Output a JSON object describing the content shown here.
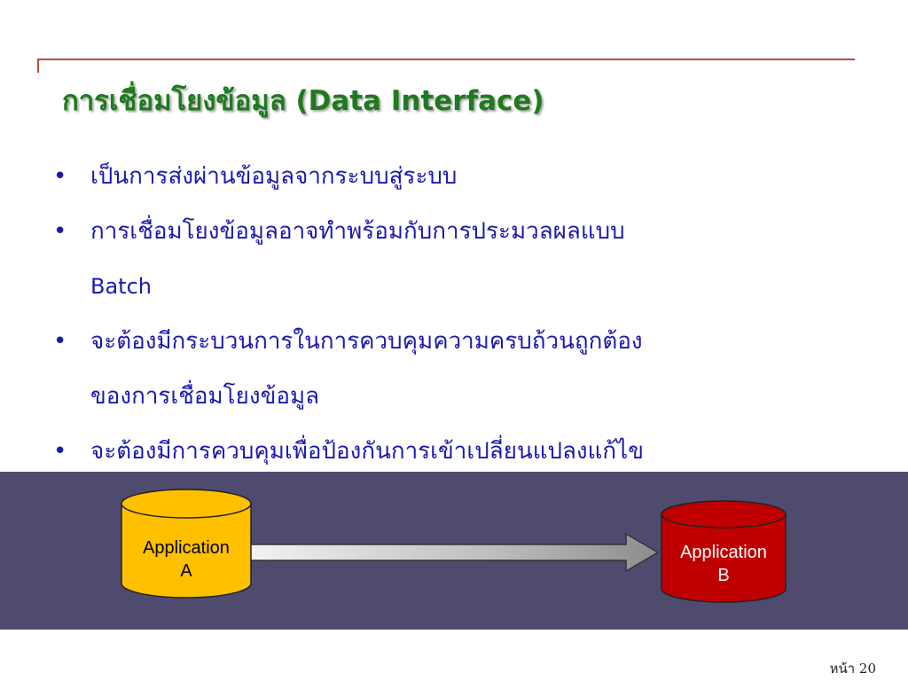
{
  "slide": {
    "title": "การเชื่อมโยงข้อมูล (Data Interface)",
    "bullets": [
      {
        "lines": [
          "เป็นการส่งผ่านข้อมูลจากระบบสู่ระบบ"
        ]
      },
      {
        "lines": [
          "การเชื่อมโยงข้อมูลอาจทำพร้อมกับการประมวลผลแบบ",
          "Batch"
        ]
      },
      {
        "lines": [
          "จะต้องมีกระบวนการในการควบคุมความครบถ้วนถูกต้อง",
          "ของการเชื่อมโยงข้อมูล"
        ]
      },
      {
        "lines": [
          "จะต้องมีการควบคุมเพื่อป้องกันการเข้าเปลี่ยนแปลงแก้ไข"
        ]
      }
    ],
    "bullet_symbol": "•"
  },
  "diagram": {
    "app_a": {
      "line1": "Application",
      "line2": "A",
      "color": "#ffc000"
    },
    "app_b": {
      "line1": "Application",
      "line2": "B",
      "color": "#c00000"
    },
    "band_color": "#4e4b6e"
  },
  "footer": {
    "page_label": "หน้า 20"
  }
}
